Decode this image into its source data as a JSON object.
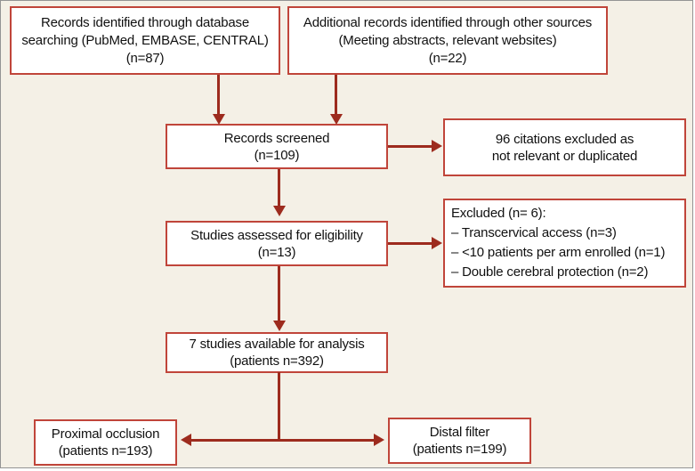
{
  "palette": {
    "background": "#f4f0e6",
    "box_fill": "#ffffff",
    "box_border": "#c0453a",
    "arrow": "#9d2b1e",
    "frame_border": "#949494",
    "text": "#111111"
  },
  "diagram": {
    "identification": {
      "database_box": {
        "lines": [
          "Records identified through database",
          "searching (PubMed, EMBASE, CENTRAL)",
          "(n=87)"
        ]
      },
      "other_sources_box": {
        "lines": [
          "Additional records identified through other sources",
          "(Meeting abstracts, relevant websites)",
          "(n=22)"
        ]
      }
    },
    "screening": {
      "screened_box": {
        "lines": [
          "Records screened",
          "(n=109)"
        ]
      },
      "excluded_citations_box": {
        "lines": [
          "96 citations excluded as",
          "not relevant or duplicated"
        ]
      }
    },
    "eligibility": {
      "assessed_box": {
        "lines": [
          "Studies assessed for eligibility",
          "(n=13)"
        ]
      },
      "excluded_box": {
        "lines": [
          "Excluded (n= 6):",
          "– Transcervical access (n=3)",
          "– <10 patients per arm enrolled (n=1)",
          "– Double cerebral protection (n=2)"
        ]
      }
    },
    "included": {
      "analysis_box": {
        "lines": [
          "7 studies available for analysis",
          "(patients n=392)"
        ]
      },
      "proximal_box": {
        "lines": [
          "Proximal occlusion",
          "(patients n=193)"
        ]
      },
      "distal_box": {
        "lines": [
          "Distal filter",
          "(patients n=199)"
        ]
      }
    }
  }
}
